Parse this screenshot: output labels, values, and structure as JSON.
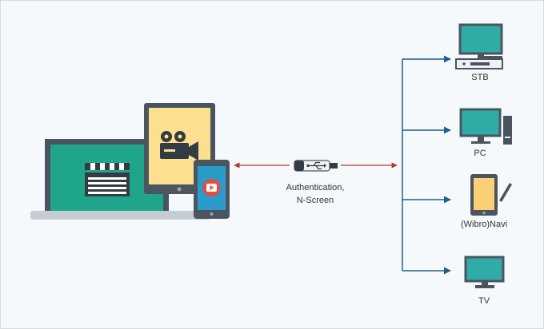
{
  "diagram": {
    "center_label_line1": "Authentication,",
    "center_label_line2": "N-Screen",
    "targets": [
      {
        "label": "STB",
        "icon": "stb-monitor-icon"
      },
      {
        "label": "PC",
        "icon": "pc-monitor-icon"
      },
      {
        "label": "(Wibro)Navi",
        "icon": "navi-tablet-icon"
      },
      {
        "label": "TV",
        "icon": "tv-monitor-icon"
      }
    ],
    "devices": [
      "laptop-icon",
      "tablet-icon",
      "smartphone-icon"
    ],
    "connector": "usb-dongle-icon"
  },
  "colors": {
    "laptop_screen": "#1fa68a",
    "device_frame": "#4a5560",
    "tablet_screen": "#fde08f",
    "phone_screen": "#2b9bc9",
    "youtube_red": "#e94a3b",
    "monitor_screen": "#30aba6",
    "navi_screen": "#fbcf76",
    "blue_line": "#1f5f8a",
    "red_arrow": "#b13a2a"
  }
}
